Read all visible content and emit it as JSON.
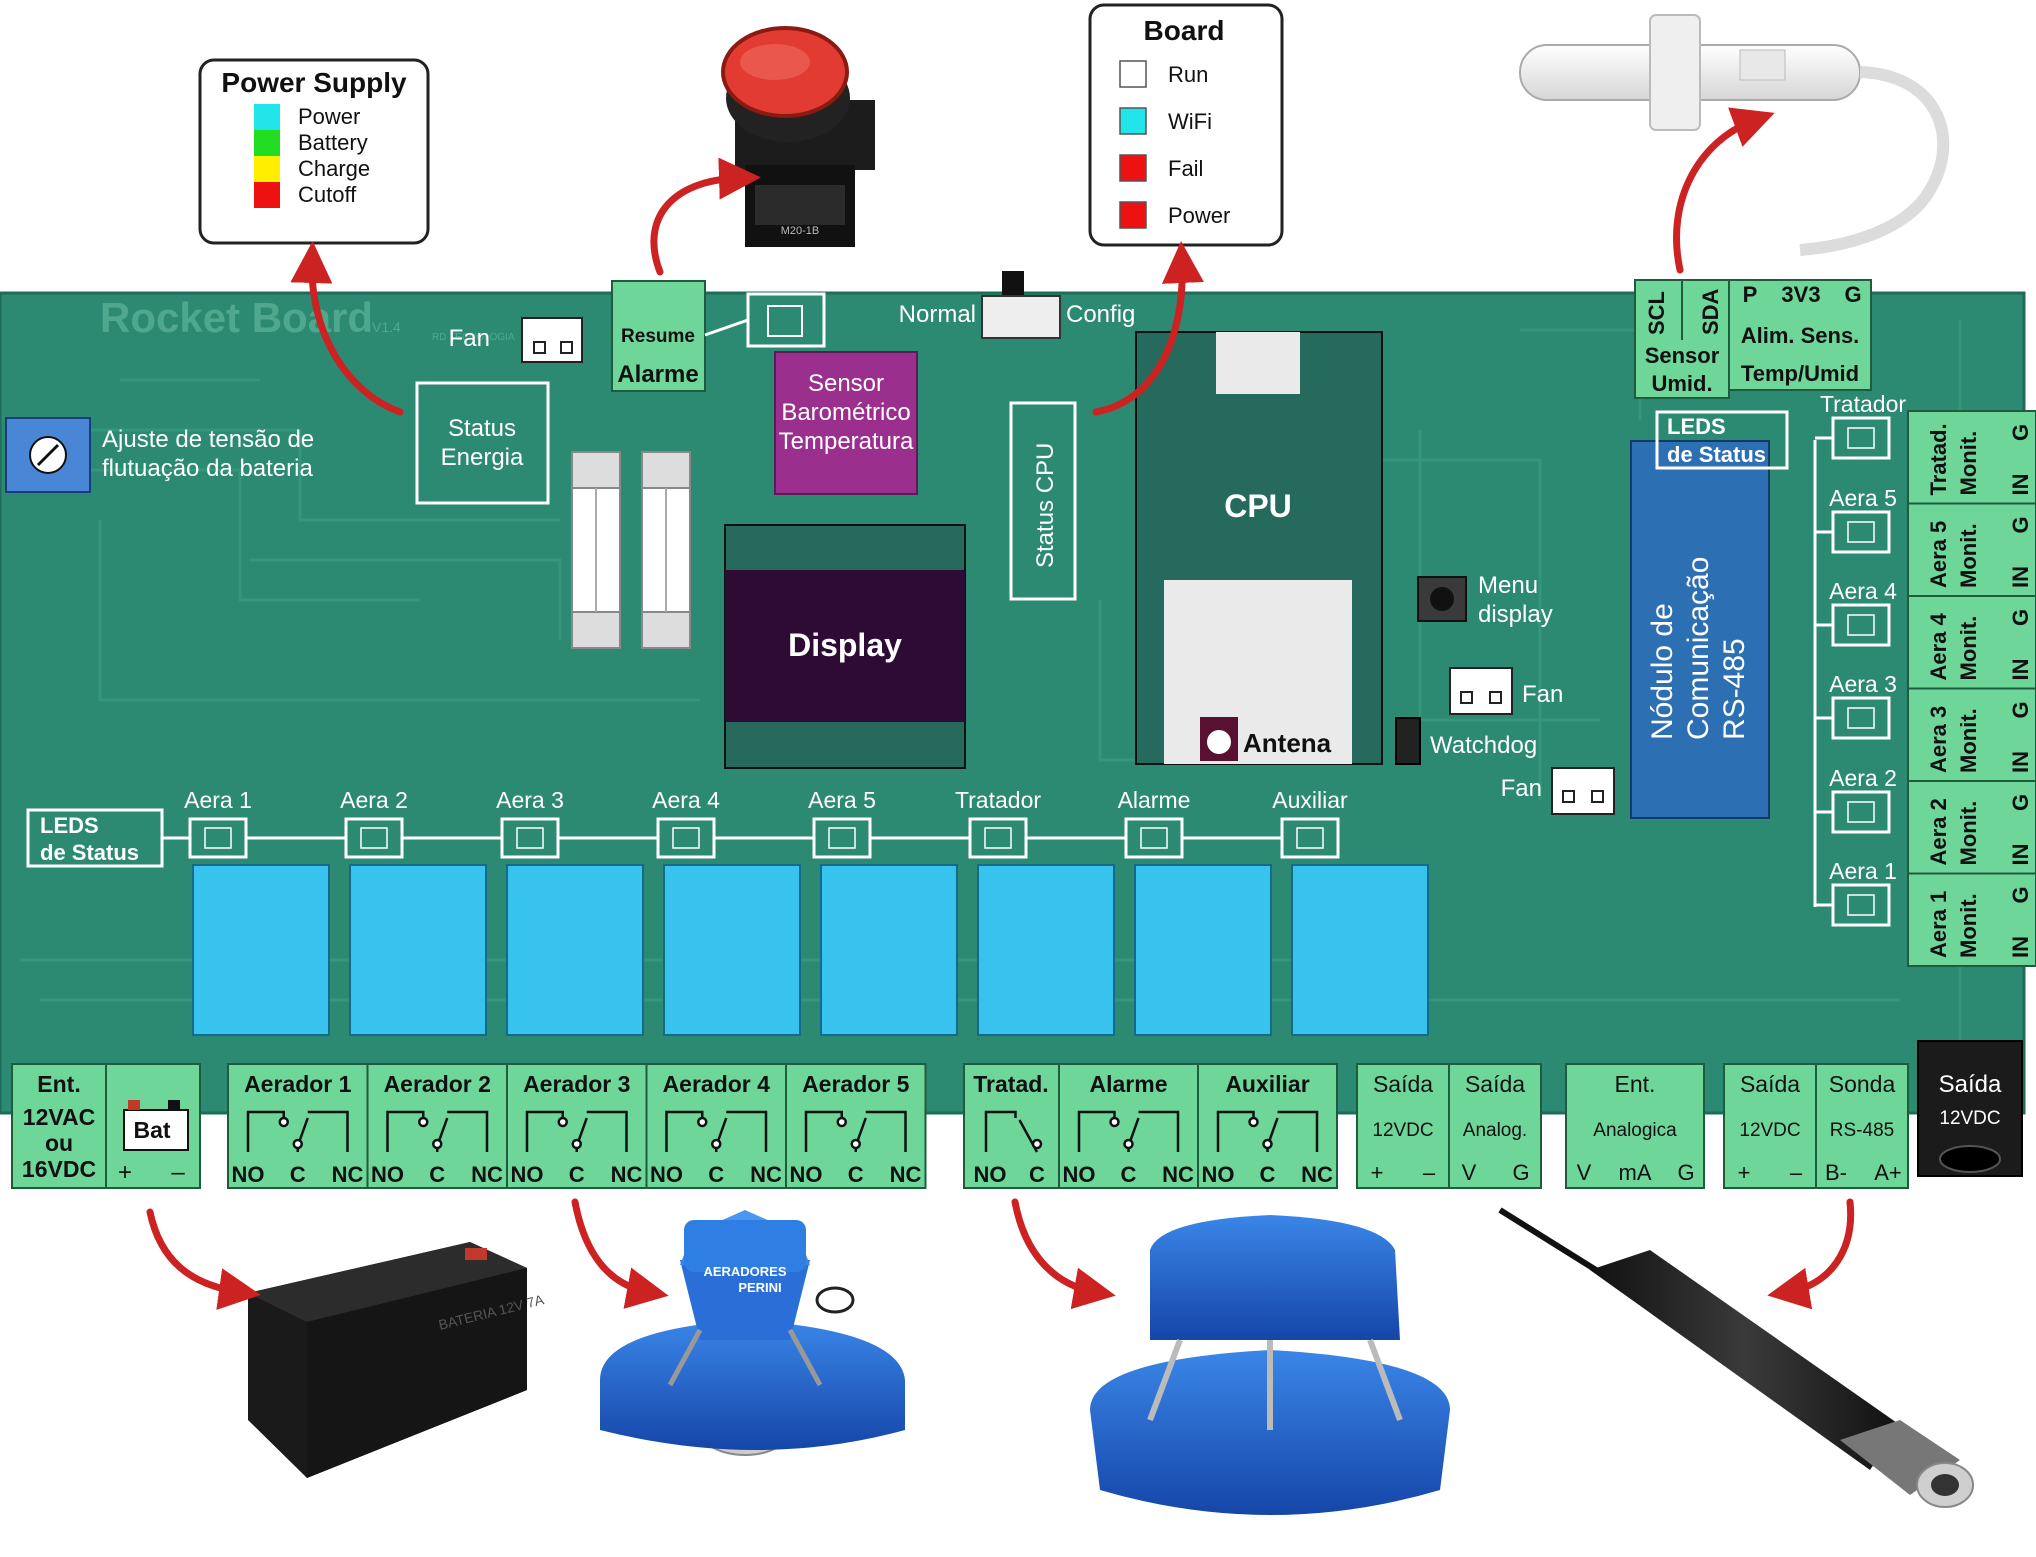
{
  "power_supply": {
    "title": "Power Supply",
    "items": [
      {
        "label": "Power",
        "color": "#22e5ea"
      },
      {
        "label": "Battery",
        "color": "#22dd22"
      },
      {
        "label": "Charge",
        "color": "#ffee00"
      },
      {
        "label": "Cutoff",
        "color": "#ee1111"
      }
    ]
  },
  "board_legend": {
    "title": "Board",
    "items": [
      {
        "label": "Run",
        "color": "#ffffff"
      },
      {
        "label": "WiFi",
        "color": "#22e5ea"
      },
      {
        "label": "Fail",
        "color": "#ee1111"
      },
      {
        "label": "Power",
        "color": "#ee1111"
      }
    ]
  },
  "board": {
    "silkscreen": "Rocket Board",
    "silk_version": "V1.4",
    "silk_company": "RD TECNOLOGIA",
    "fan_top": "Fan",
    "resume": "Resume",
    "alarme": "Alarme",
    "normal": "Normal",
    "config": "Config",
    "cpu": "CPU",
    "antena": "Antena",
    "status_energia": [
      "Status",
      "Energia"
    ],
    "status_cpu": "Status CPU",
    "ajuste": [
      "Ajuste de tensão de",
      "flutuação da bateria"
    ],
    "sensor_baro": [
      "Sensor",
      "Barométrico",
      "Temperatura"
    ],
    "display": "Display",
    "menu_display": [
      "Menu",
      "display"
    ],
    "fan_mid": "Fan",
    "watchdog": "Watchdog",
    "fan_right": "Fan",
    "modulo": [
      "Nódulo de",
      "Comunicação",
      "RS-485"
    ],
    "leds_status": [
      "LEDS",
      "de Status"
    ],
    "leds_status_right": [
      "LEDS",
      "de Status"
    ],
    "led_row_labels": [
      "Aera 1",
      "Aera 2",
      "Aera 3",
      "Aera 4",
      "Aera 5",
      "Tratador",
      "Alarme",
      "Auxiliar"
    ],
    "right_led_labels": [
      "Tratador",
      "Aera 5",
      "Aera 4",
      "Aera 3",
      "Aera 2",
      "Aera 1"
    ],
    "top_terminal_left": {
      "pins": [
        "SCL",
        "SDA"
      ],
      "label": [
        "Sensor",
        "Umid."
      ]
    },
    "top_terminal_right": {
      "pins": [
        "P",
        "3V3",
        "G"
      ],
      "label": [
        "Alim. Sens.",
        "Temp/Umid"
      ]
    },
    "side_terminals": [
      {
        "name": [
          "Tratad.",
          "Monit."
        ],
        "pins": [
          "G",
          "IN"
        ]
      },
      {
        "name": [
          "Aera 5",
          "Monit."
        ],
        "pins": [
          "G",
          "IN"
        ]
      },
      {
        "name": [
          "Aera 4",
          "Monit."
        ],
        "pins": [
          "G",
          "IN"
        ]
      },
      {
        "name": [
          "Aera 3",
          "Monit."
        ],
        "pins": [
          "G",
          "IN"
        ]
      },
      {
        "name": [
          "Aera 2",
          "Monit."
        ],
        "pins": [
          "G",
          "IN"
        ]
      },
      {
        "name": [
          "Aera 1",
          "Monit."
        ],
        "pins": [
          "G",
          "IN"
        ]
      }
    ]
  },
  "terminals": {
    "ent": {
      "title": "Ent.",
      "lines": [
        "12VAC",
        "ou",
        "16VDC"
      ]
    },
    "bat": {
      "title": "Bat",
      "pins": [
        "+",
        "–"
      ]
    },
    "relays_a": [
      {
        "title": "Aerador 1",
        "pins": [
          "NO",
          "C",
          "NC"
        ]
      },
      {
        "title": "Aerador 2",
        "pins": [
          "NO",
          "C",
          "NC"
        ]
      },
      {
        "title": "Aerador 3",
        "pins": [
          "NO",
          "C",
          "NC"
        ]
      },
      {
        "title": "Aerador 4",
        "pins": [
          "NO",
          "C",
          "NC"
        ]
      },
      {
        "title": "Aerador 5",
        "pins": [
          "NO",
          "C",
          "NC"
        ]
      }
    ],
    "tratad": {
      "title": "Tratad.",
      "pins": [
        "NO",
        "C"
      ]
    },
    "relays_b": [
      {
        "title": "Alarme",
        "pins": [
          "NO",
          "C",
          "NC"
        ]
      },
      {
        "title": "Auxiliar",
        "pins": [
          "NO",
          "C",
          "NC"
        ]
      }
    ],
    "saida12": {
      "title": "Saída",
      "sub": "12VDC",
      "pins": [
        "+",
        "–"
      ]
    },
    "saida_analog": {
      "title": "Saída",
      "sub": "Analog.",
      "pins": [
        "V",
        "G"
      ]
    },
    "ent_analog": {
      "title": "Ent.",
      "sub": "Analogica",
      "pins": [
        "V",
        "mA",
        "G"
      ]
    },
    "saida12b": {
      "title": "Saída",
      "sub": "12VDC",
      "pins": [
        "+",
        "–"
      ]
    },
    "sonda": {
      "title": "Sonda",
      "sub": "RS-485",
      "pins": [
        "B-",
        "A+"
      ]
    },
    "saida12_black": {
      "title": "Saída",
      "sub": "12VDC"
    }
  },
  "photos": {
    "button_text": "M20-1B",
    "battery_text": "BATERIA 12V 7A",
    "aerator_brand": [
      "AERADORES",
      "PERINI"
    ]
  },
  "colors": {
    "pcb": "#2d8a72",
    "terminal": "#6fd69a",
    "relay": "#38c3ee",
    "arrow": "#cc2222",
    "sensor_purple": "#9b2f8e",
    "module_blue": "#2d6fb3",
    "display_dark": "#2e0b35"
  }
}
